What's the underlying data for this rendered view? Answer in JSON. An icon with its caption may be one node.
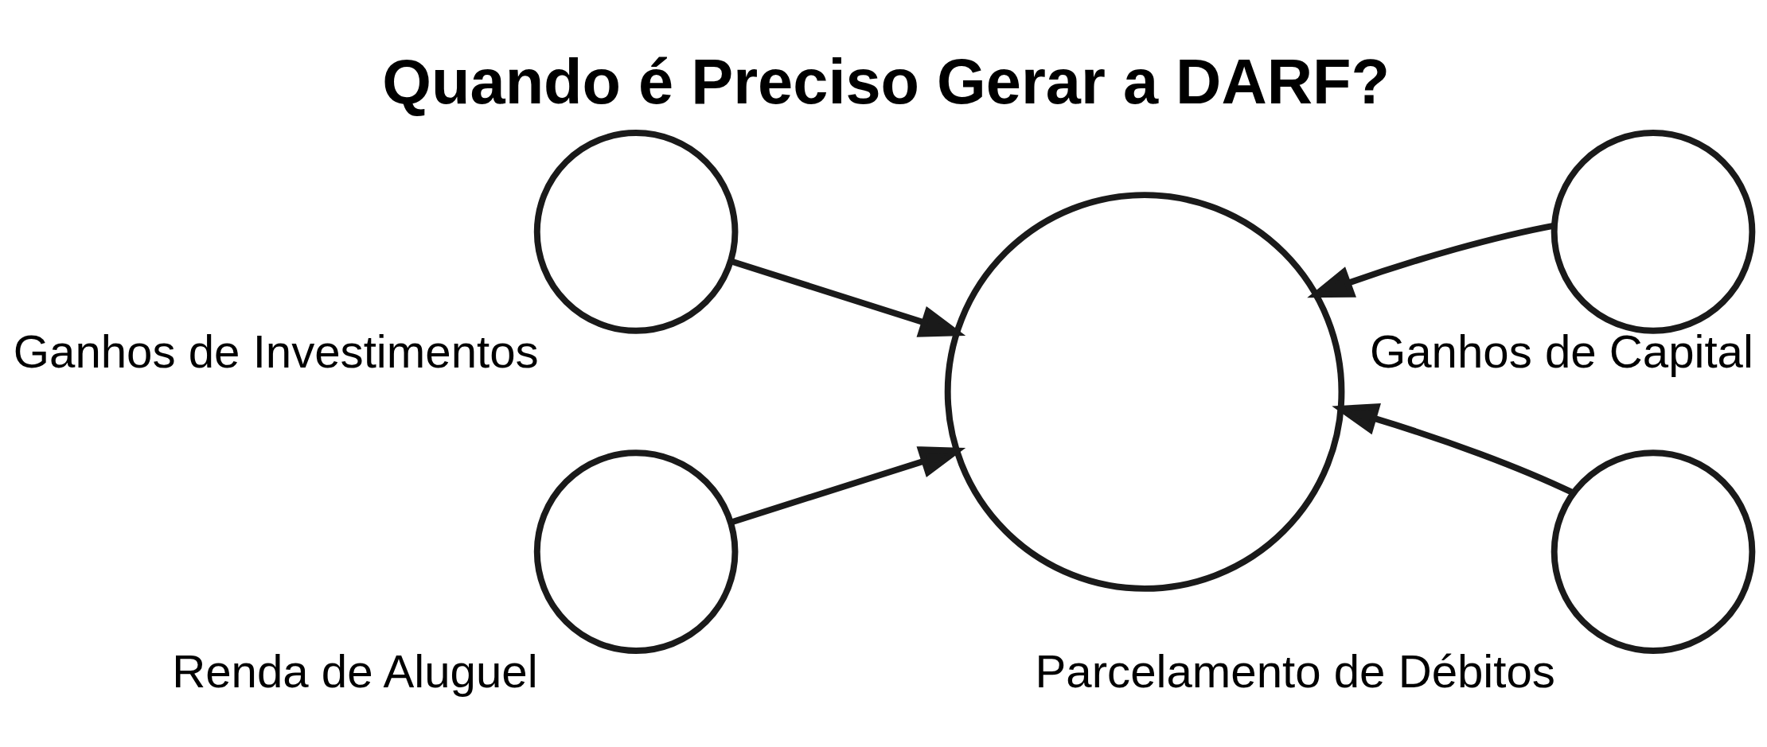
{
  "diagram": {
    "title": "Quando é Preciso Gerar a DARF?",
    "nodes": [
      {
        "text": [],
        "shape": "circle",
        "beside": [
          "Ganhos de Investimentos"
        ]
      },
      {
        "text": [],
        "shape": "circle",
        "beside": [
          "Ganhos de Capital"
        ]
      },
      {
        "text": [],
        "shape": "circle",
        "beside": [
          "Renda de Aluguel"
        ]
      },
      {
        "text": [],
        "shape": "circle"
      },
      {
        "text": [],
        "shape": "circle",
        "beside": [
          "Parcelamento de Débitos"
        ]
      }
    ],
    "edges": [
      {
        "from": 0,
        "to": 3,
        "arrow": "to"
      },
      {
        "from": 1,
        "to": 3,
        "arrow": "to"
      },
      {
        "from": 2,
        "to": 3,
        "arrow": "to"
      },
      {
        "from": 4,
        "to": 3,
        "arrow": "to"
      }
    ]
  }
}
